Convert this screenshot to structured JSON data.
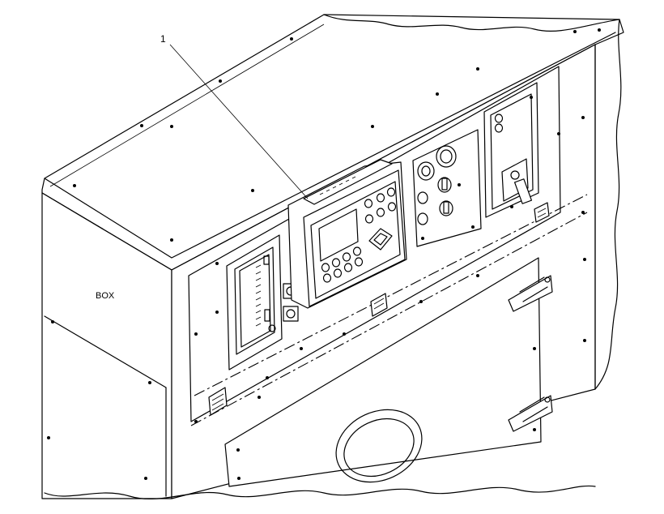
{
  "callouts": [
    {
      "label": "1",
      "target": "control-panel-module"
    }
  ],
  "text_labels": {
    "box": "BOX"
  },
  "colors": {
    "line": "#000000",
    "background": "#ffffff"
  }
}
